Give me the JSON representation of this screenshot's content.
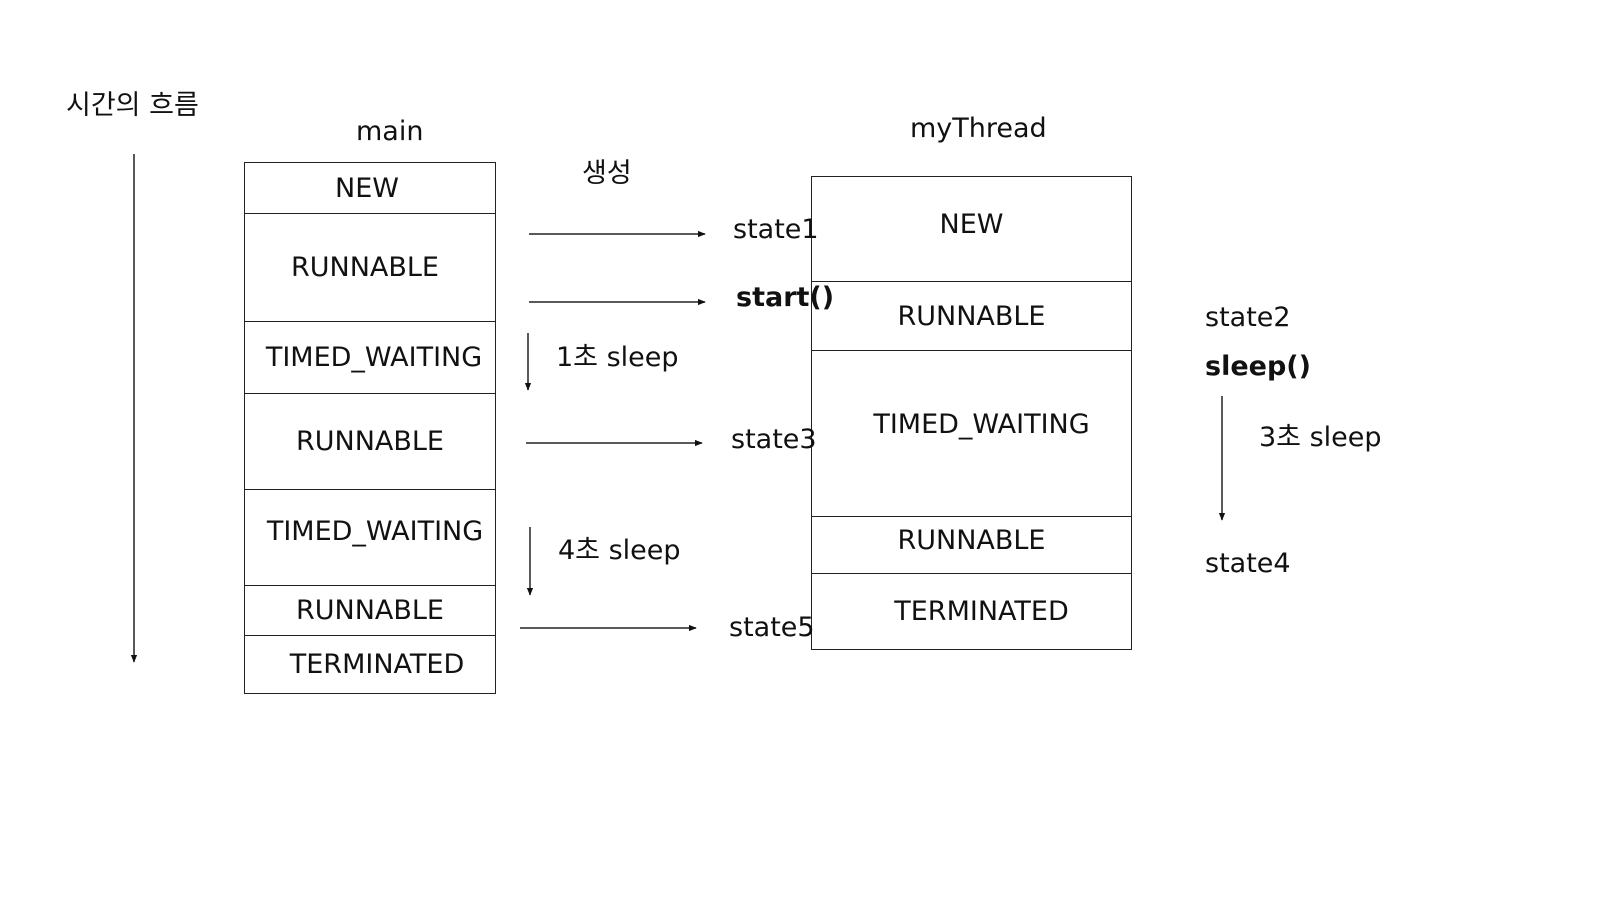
{
  "time_flow_label": "시간의 흐름",
  "main": {
    "title": "main",
    "states": [
      "NEW",
      "RUNNABLE",
      "TIMED_WAITING",
      "RUNNABLE",
      "TIMED_WAITING",
      "RUNNABLE",
      "TERMINATED"
    ]
  },
  "create_label": "생성",
  "my_thread": {
    "title": "myThread",
    "states": [
      "NEW",
      "RUNNABLE",
      "TIMED_WAITING",
      "RUNNABLE",
      "TERMINATED"
    ]
  },
  "labels": {
    "state1": "state1",
    "start_call": "start()",
    "sleep1": "1초 sleep",
    "state3": "state3",
    "sleep4": "4초 sleep",
    "state5": "state5",
    "state2": "state2",
    "sleep_call": "sleep()",
    "sleep3": "3초 sleep",
    "state4": "state4"
  }
}
